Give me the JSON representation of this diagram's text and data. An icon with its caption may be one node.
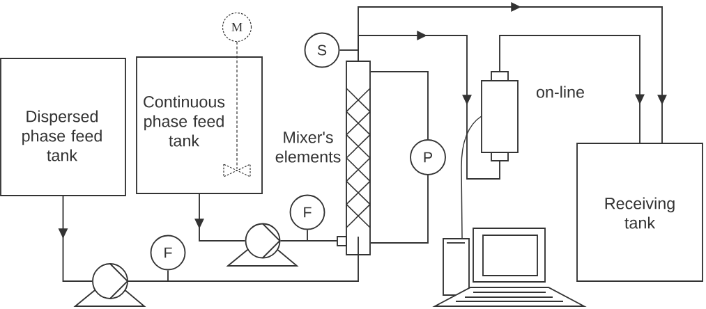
{
  "diagram": {
    "nodes": [
      {
        "text": [
          "Dispersed phase feed tank"
        ]
      },
      {
        "text": [
          "M"
        ]
      },
      {
        "text": [
          "Continuous phase feed tank"
        ]
      },
      {
        "text": [],
        "shape": "bowtie",
        "in": 2
      },
      {
        "text": [
          "S"
        ]
      },
      {
        "text": [
          "Mixer's elements"
        ]
      },
      {
        "text": [
          "P"
        ]
      },
      {
        "text": [
          "on-line"
        ]
      },
      {
        "text": [
          "Receiving tank"
        ]
      },
      {
        "text": [
          "F"
        ]
      },
      {
        "text": [
          "F"
        ]
      },
      {
        "text": [],
        "shape": "circle"
      },
      {
        "text": [],
        "shape": "circle"
      },
      {
        "text": [],
        "shape": "picture"
      }
    ],
    "edges": [
      {
        "from": 0,
        "to": 11,
        "arrow": "to"
      },
      {
        "from": 2,
        "to": 12,
        "arrow": "to"
      },
      {
        "from": 11,
        "to": 5,
        "arrow": "none"
      },
      {
        "from": 12,
        "to": 5,
        "arrow": "none"
      },
      {
        "from": 10,
        "to": null,
        "arrow": "none"
      },
      {
        "from": 9,
        "to": null,
        "arrow": "none"
      },
      {
        "from": 1,
        "to": 3,
        "arrow": "none",
        "style": "dashed"
      },
      {
        "from": 5,
        "to": 8,
        "arrow": "to"
      },
      {
        "from": 5,
        "to": 7,
        "arrow": "to"
      },
      {
        "from": 4,
        "to": null,
        "arrow": "none"
      },
      {
        "from": 5,
        "to": 6,
        "arrow": "none"
      },
      {
        "from": 6,
        "to": 5,
        "arrow": "none"
      },
      {
        "from": 7,
        "to": 8,
        "arrow": "to"
      },
      {
        "from": 7,
        "to": 13,
        "arrow": "none"
      }
    ]
  }
}
